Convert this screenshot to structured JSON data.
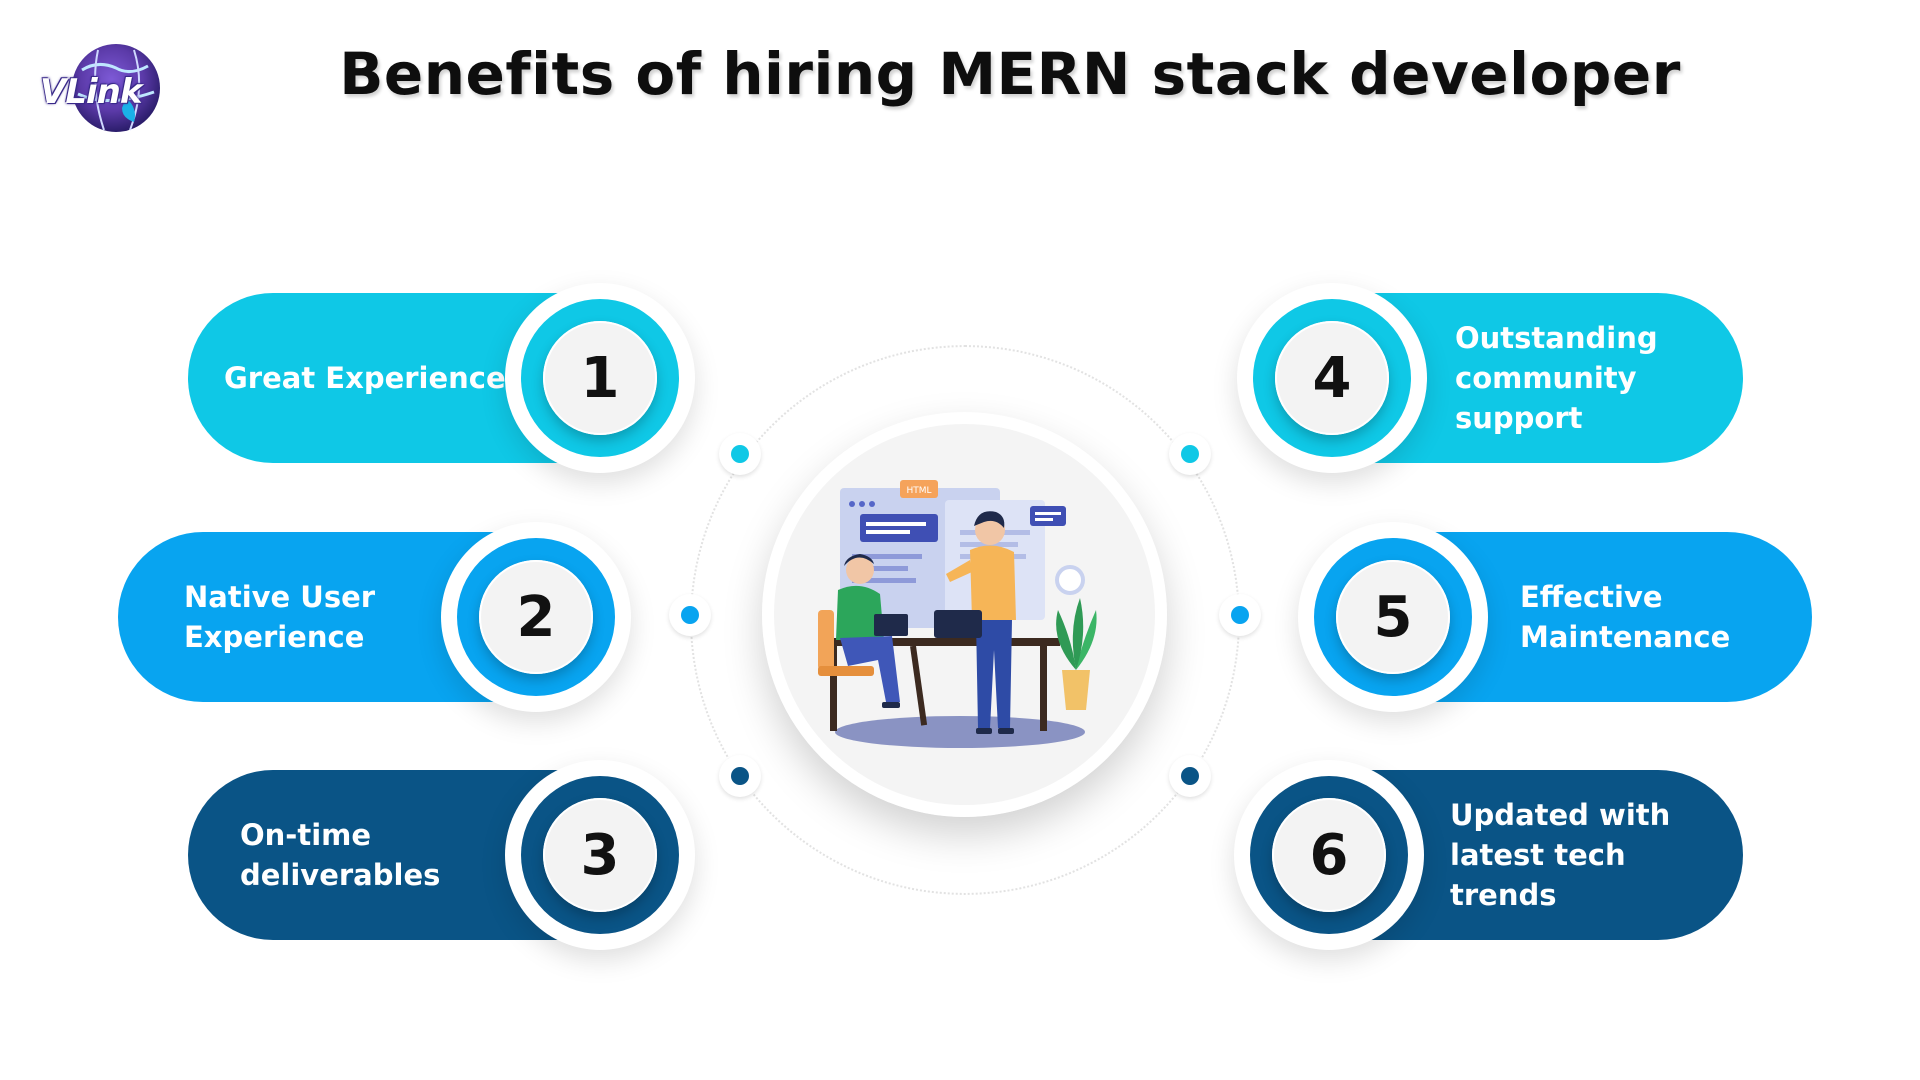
{
  "brand": {
    "logo_text": "VLink"
  },
  "title": "Benefits of hiring MERN stack developer",
  "colors": {
    "cyan": "#0fc8e6",
    "blue": "#08a4f0",
    "navy": "#0a5486",
    "dark": "#0e0e0e"
  },
  "center_image": {
    "icon": "developers-at-desk-illustration",
    "badge_text": "HTML"
  },
  "benefits": [
    {
      "number": "1",
      "label": "Great Experience"
    },
    {
      "number": "2",
      "label": "Native User Experience"
    },
    {
      "number": "3",
      "label": "On-time deliverables"
    },
    {
      "number": "4",
      "label": "Outstanding community support"
    },
    {
      "number": "5",
      "label": "Effective Maintenance"
    },
    {
      "number": "6",
      "label": "Updated with latest tech trends"
    }
  ]
}
